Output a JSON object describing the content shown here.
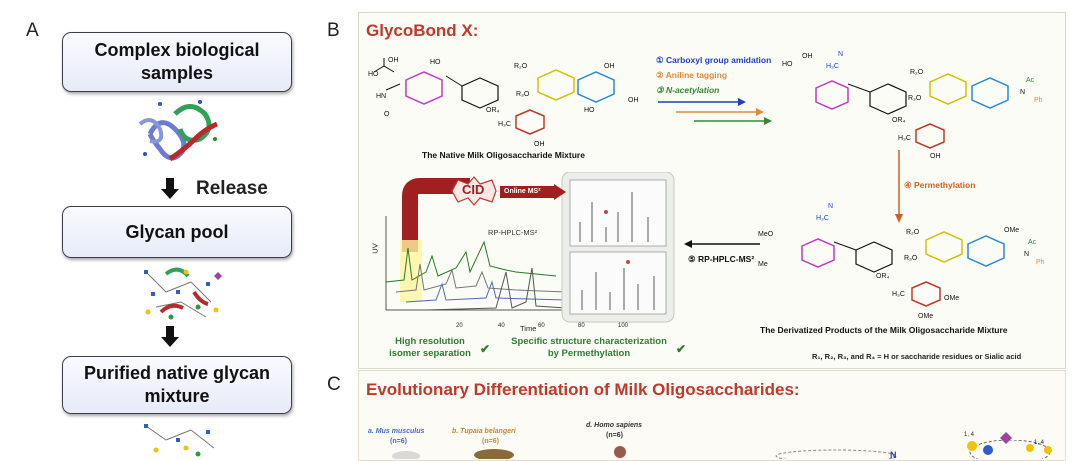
{
  "panel_a": {
    "letter": "A",
    "box1": "Complex biological samples",
    "release_label": "Release",
    "box2": "Glycan pool",
    "box3": "Purified native glycan mixture"
  },
  "panel_b": {
    "letter": "B",
    "title": "GlycoBond X:",
    "steps": {
      "s1": "① Carboxyl group amidation",
      "s2": "② Aniline tagging",
      "s3": "③ N-acetylation",
      "s4": "④ Permethylation",
      "s5": "⑤ RP-HPLC-MS²"
    },
    "native_caption": "The Native Milk Oligosaccharide Mixture",
    "derivatized_caption": "The Derivatized Products of the Milk Oligosaccharide Mixture",
    "r_note": "R₁, R₂, R₃, and R₄ = H or saccharide residues or Sialic acid",
    "cid_label": "CID",
    "online_ms": "Online MS²",
    "rp_label": "RP-HPLC-MS²",
    "uv_label": "UV",
    "time_label": "Time",
    "tick_20": "20",
    "tick_40": "40",
    "tick_60": "60",
    "tick_80": "80",
    "tick_100": "100",
    "note_left_1": "High resolution",
    "note_left_2": "isomer separation",
    "note_right_1": "Specific structure characterization",
    "note_right_2": "by Permethylation",
    "colors": {
      "step1": "#1f3fbf",
      "step2": "#e08a3a",
      "step3": "#2e8b2e",
      "step4": "#d06020",
      "title_red": "#c0392b"
    }
  },
  "panel_c": {
    "letter": "C",
    "title": "Evolutionary Differentiation of Milk Oligosaccharides:",
    "species_a": "a. Mus musculus",
    "n_a": "(n=6)",
    "species_b": "b. Tupaia belangeri",
    "n_b": "(n=6)",
    "species_d": "d. Homo sapiens",
    "n_d": "(n=6)",
    "link_1": "1, 4",
    "link_2": "1, 4"
  }
}
